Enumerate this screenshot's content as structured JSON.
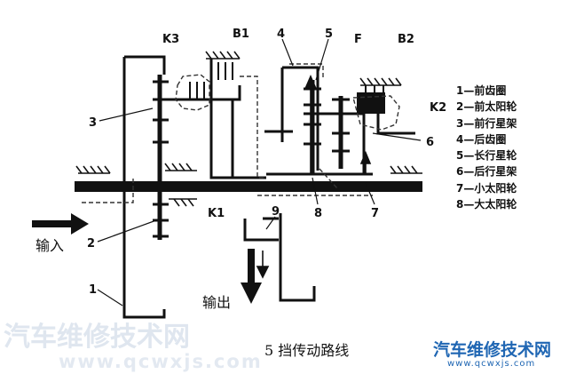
{
  "caption": "5 挡传动路线",
  "input_label": "输入",
  "output_label": "输出",
  "components": {
    "k1": "K1",
    "k2": "K2",
    "k3": "K3",
    "b1": "B1",
    "b2": "B2",
    "f": "F"
  },
  "numbers": [
    "1",
    "2",
    "3",
    "4",
    "5",
    "6",
    "7",
    "8",
    "9"
  ],
  "legend": [
    "1—前齿圈",
    "2—前太阳轮",
    "3—前行星架",
    "4—后齿圈",
    "5—长行星轮",
    "6—后行星架",
    "7—小太阳轮",
    "8—大太阳轮"
  ],
  "watermark_left": "汽车维修技术网",
  "watermark_left_url": "www.qcwxjs.com",
  "watermark_right": "汽车维修技术网",
  "watermark_right_url": "www.qcwxjs.com"
}
